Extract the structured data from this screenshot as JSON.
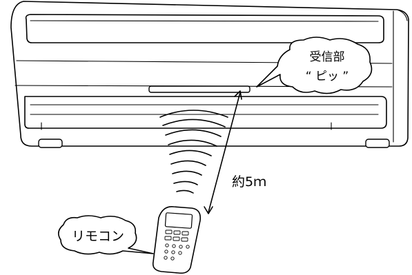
{
  "labels": {
    "receiver": "受信部",
    "beep": "“ ピッ ”",
    "distance": "約5ｍ",
    "remote": "リモコン"
  }
}
